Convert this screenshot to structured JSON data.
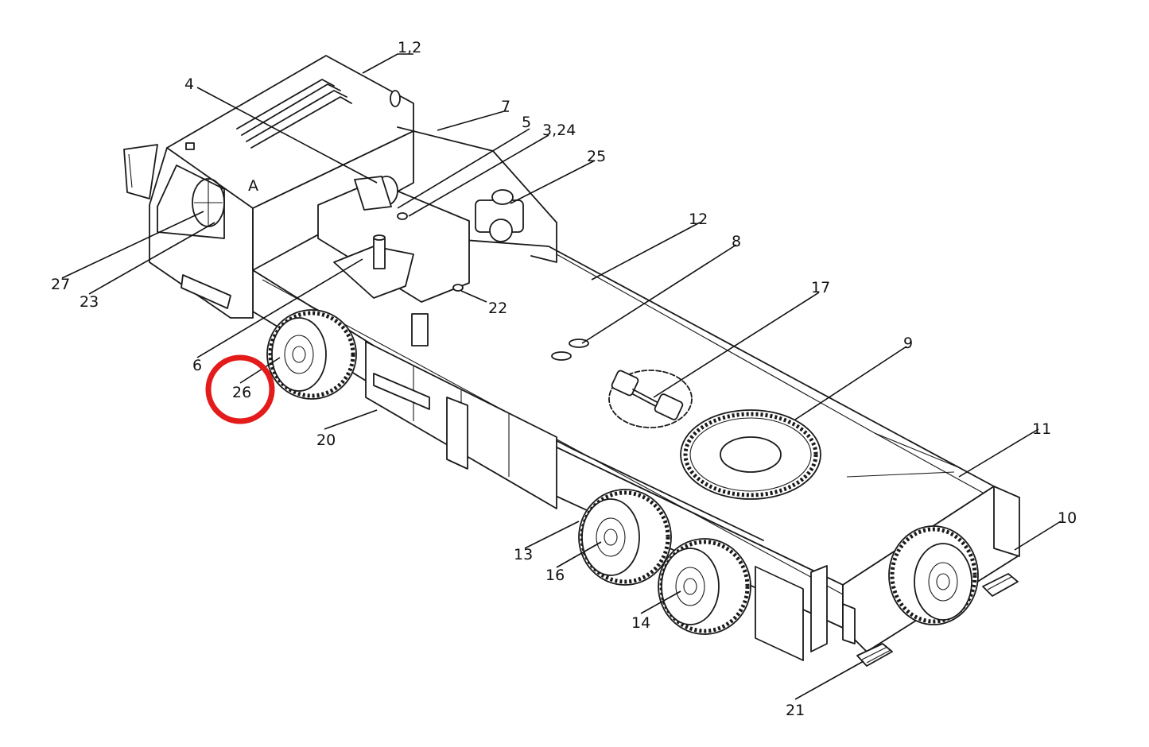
{
  "diagram": {
    "subject": "crane-truck-chassis-parts-callout",
    "labels": [
      "1,2",
      "4",
      "7",
      "5",
      "3,24",
      "25",
      "12",
      "8",
      "27",
      "23",
      "22",
      "17",
      "6",
      "9",
      "26",
      "20",
      "11",
      "10",
      "13",
      "16",
      "14",
      "21"
    ],
    "highlight": {
      "label": "26",
      "color": "#e31b1b"
    },
    "line_color": "#1a1a1a"
  }
}
